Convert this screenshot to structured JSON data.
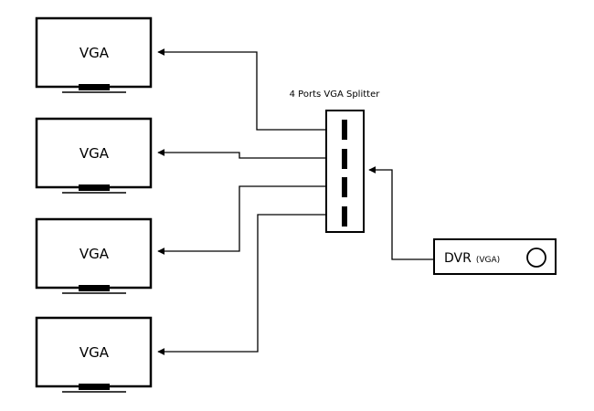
{
  "monitors": [
    {
      "label": "VGA"
    },
    {
      "label": "VGA"
    },
    {
      "label": "VGA"
    },
    {
      "label": "VGA"
    }
  ],
  "splitter": {
    "title": "4 Ports VGA Splitter",
    "ports": 4
  },
  "dvr": {
    "label": "DVR",
    "sub_label": "(VGA)"
  },
  "colors": {
    "stroke": "#000000",
    "background": "#ffffff"
  }
}
